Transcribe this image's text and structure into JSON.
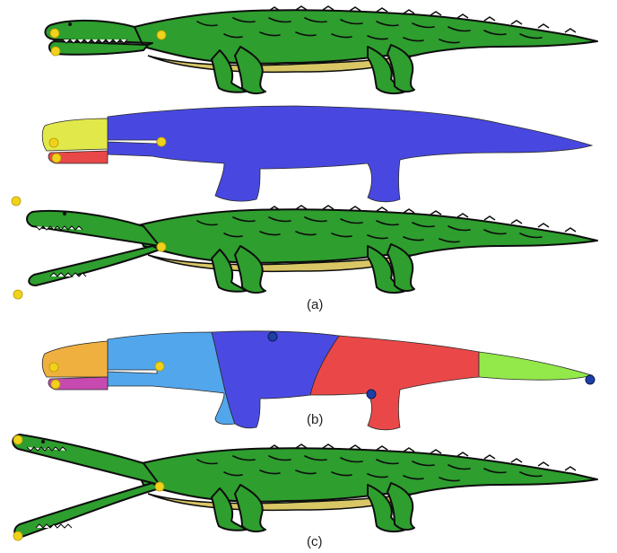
{
  "labels": {
    "a": "(a)",
    "b": "(b)",
    "c": "(c)"
  },
  "colors": {
    "croc_body": "#2e9e2e",
    "croc_outline": "#0d0d0d",
    "belly": "#d9c766",
    "teeth": "#ffffff",
    "handle": "#f0d21c",
    "anchor": "#1f3fa8",
    "seg1_body": "#4848e0",
    "seg1_upper_jaw": "#e1e84a",
    "seg1_lower_jaw": "#e84848",
    "seg2_upper_jaw": "#efb040",
    "seg2_lower_jaw": "#c64ab0",
    "seg2_head": "#52a6ec",
    "seg2_torso": "#4a4ae2",
    "seg2_hind": "#ea4848",
    "seg2_tail": "#93e84a"
  },
  "icons": {
    "crocodile": "crocodile-illustration",
    "handle": "yellow-handle-dot",
    "anchor": "blue-anchor-dot"
  }
}
